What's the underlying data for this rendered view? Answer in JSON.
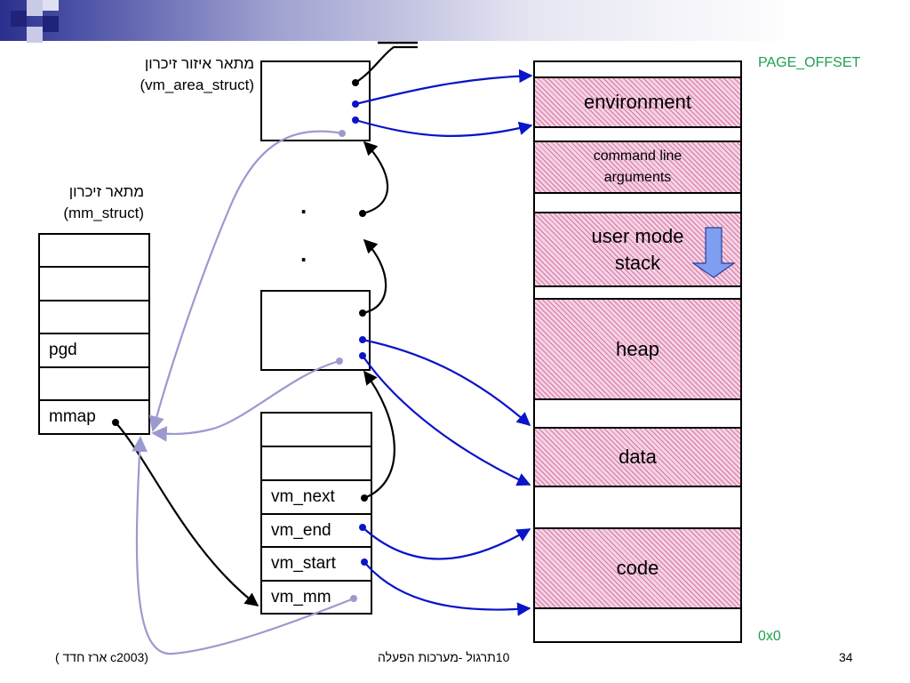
{
  "labels": {
    "vm_area_he": "מתאר איזור זיכרון",
    "vm_area_en": "(vm_area_struct)",
    "mm_he": "מתאר זיכרון",
    "mm_en": "(mm_struct)",
    "page_offset": "PAGE_OFFSET",
    "zero_addr": "0x0"
  },
  "mm_struct_rows": [
    "",
    "",
    "",
    "pgd",
    "",
    "mmap"
  ],
  "vma_rows": [
    "",
    "",
    "vm_next",
    "vm_end",
    "vm_start",
    "vm_mm"
  ],
  "segments": {
    "environment": "environment",
    "cmdline_1": "command line",
    "cmdline_2": "arguments",
    "stack_1": "user mode",
    "stack_2": "stack",
    "heap": "heap",
    "data": "data",
    "code": "code"
  },
  "dots": ".",
  "footer": {
    "left": "(c2003 ארז חדד )",
    "center": "10תרגול  -מערכות הפעלה",
    "page": "34"
  },
  "colors": {
    "pointer_black": "#000000",
    "pointer_blue": "#0a14c8",
    "pointer_lavender": "#9a9ad0",
    "segment_fill": "#f4d2e4",
    "label_green": "#1fa04f",
    "stack_arrow": "#7f9ef0"
  }
}
